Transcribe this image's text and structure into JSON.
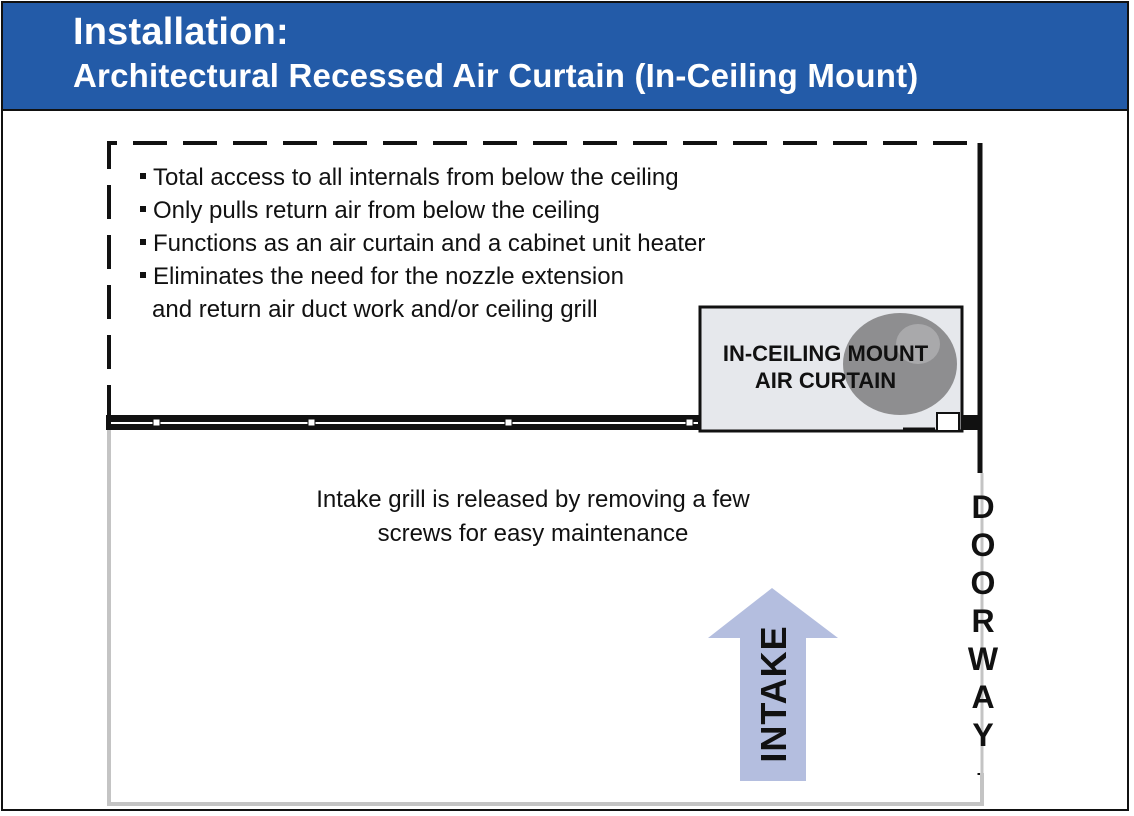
{
  "header": {
    "title_line1": "Installation:",
    "title_line2": "Architectural Recessed Air Curtain (In-Ceiling Mount)"
  },
  "features": [
    "Total access to all internals from below the ceiling",
    "Only pulls return air from below the ceiling",
    "Functions as an air curtain and a cabinet unit heater",
    "Eliminates the need for the nozzle extension",
    "and return air duct work and/or ceiling grill"
  ],
  "unit_label": {
    "line1": "IN-CEILING MOUNT",
    "line2": "AIR CURTAIN"
  },
  "intake_note": {
    "line1": "Intake grill is released by removing a few",
    "line2": "screws for easy maintenance"
  },
  "doorway_letters": [
    "D",
    "O",
    "O",
    "R",
    "W",
    "A",
    "Y"
  ],
  "intake_arrow_label": "INTAKE",
  "colors": {
    "banner_bg": "#235ba8",
    "unit_fill": "#e6e8ec",
    "fan_disc": "#8e8e90",
    "arrow_fill": "#b4bedf",
    "room_outline": "#c4c4c4"
  }
}
